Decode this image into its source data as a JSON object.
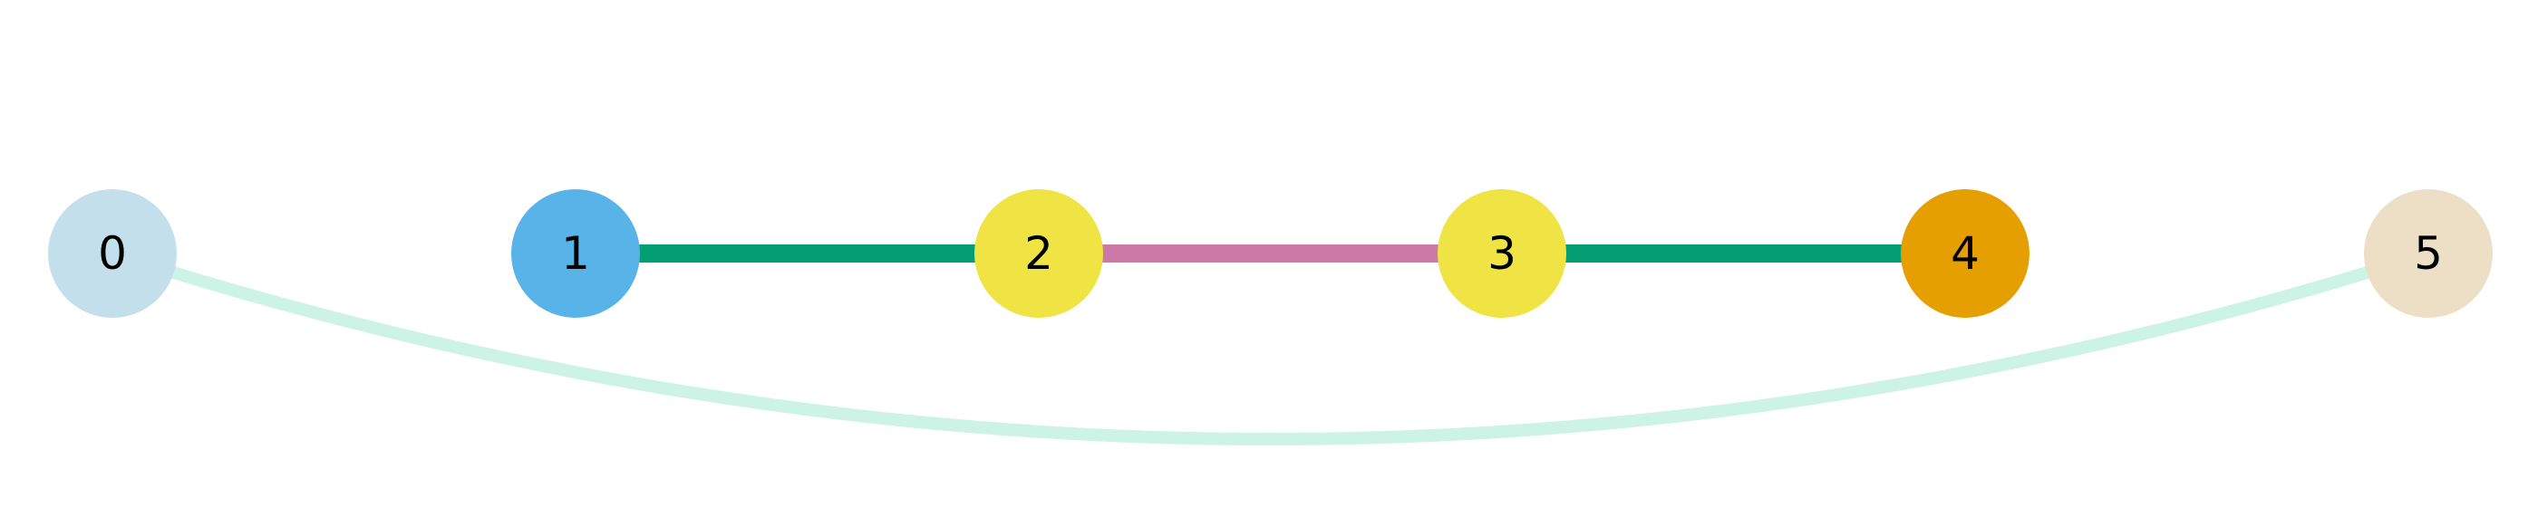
{
  "graph": {
    "nodes": [
      {
        "id": "node-0",
        "label": "0",
        "color": "#c3dfec"
      },
      {
        "id": "node-1",
        "label": "1",
        "color": "#58b4e8"
      },
      {
        "id": "node-2",
        "label": "2",
        "color": "#efe443"
      },
      {
        "id": "node-3",
        "label": "3",
        "color": "#efe443"
      },
      {
        "id": "node-4",
        "label": "4",
        "color": "#e69f00"
      },
      {
        "id": "node-5",
        "label": "5",
        "color": "#ecdfc5"
      }
    ],
    "edges": [
      {
        "source": "1",
        "target": "2",
        "color": "#049e73",
        "style": "straight"
      },
      {
        "source": "2",
        "target": "3",
        "color": "#cc79a7",
        "style": "straight"
      },
      {
        "source": "3",
        "target": "4",
        "color": "#049e73",
        "style": "straight"
      },
      {
        "source": "0",
        "target": "5",
        "color": "#cdf3e6",
        "style": "arc-below"
      }
    ]
  }
}
